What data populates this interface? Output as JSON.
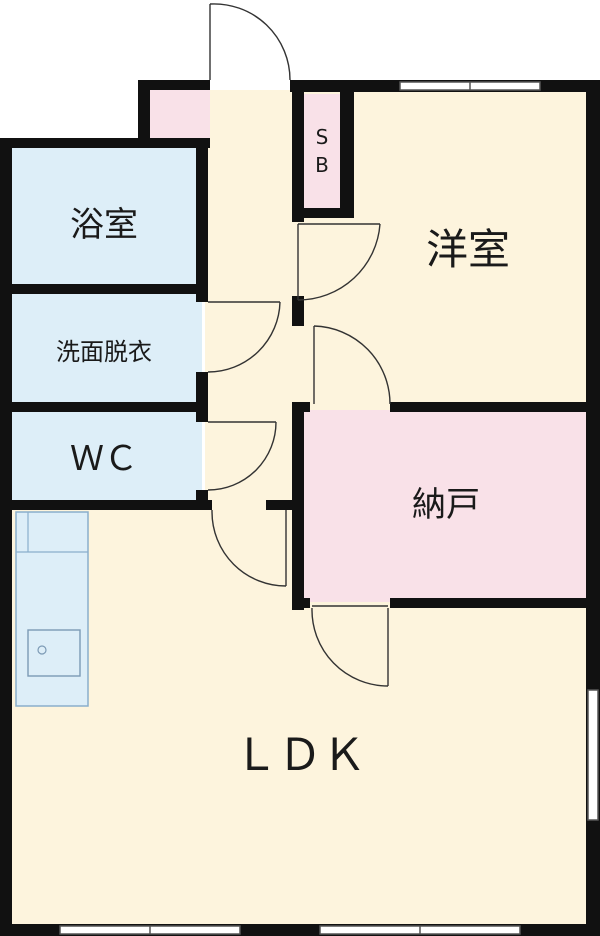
{
  "rooms": {
    "bath": "浴室",
    "washroom": "洗面脱衣",
    "wc": "ＷＣ",
    "western_room": "洋室",
    "storage": "納戸",
    "ldk": "ＬＤＫ",
    "shoe_box_top": "S",
    "shoe_box_bottom": "B"
  },
  "colors": {
    "wall": "#111111",
    "floor_cream": "#fdf4dd",
    "floor_blue": "#ddeef8",
    "floor_pink": "#f9e1e8",
    "door_line": "#333333"
  },
  "icons": [
    "door-swing-icon",
    "window-icon",
    "sink-icon"
  ]
}
